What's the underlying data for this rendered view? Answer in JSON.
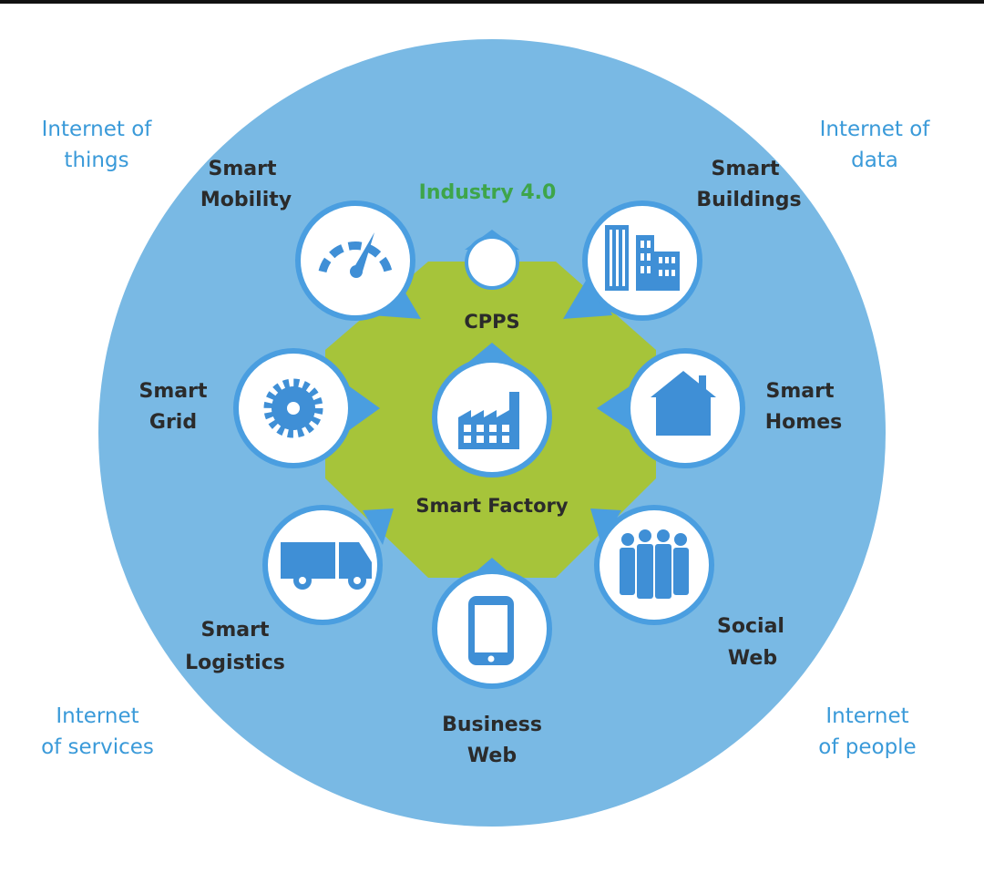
{
  "corners": {
    "top_left": [
      "Internet of",
      "things"
    ],
    "top_right": [
      "Internet of",
      "data"
    ],
    "bottom_left": [
      "Internet",
      "of services"
    ],
    "bottom_right": [
      "Internet",
      "of people"
    ]
  },
  "center": {
    "industry": "Industry 4.0",
    "cpps": "CPPS",
    "smart_factory": "Smart Factory"
  },
  "nodes": {
    "smart_mobility": [
      "Smart",
      "Mobility"
    ],
    "smart_buildings": [
      "Smart",
      "Buildings"
    ],
    "smart_grid": [
      "Smart",
      "Grid"
    ],
    "smart_homes": [
      "Smart",
      "Homes"
    ],
    "smart_logistics": [
      "Smart",
      "Logistics"
    ],
    "social_web": [
      "Social",
      "Web"
    ],
    "business_web": [
      "Business",
      "Web"
    ]
  },
  "colors": {
    "outer_circle": "#79b9e4",
    "inner_octagon": "#a6c43a",
    "icon_blue": "#3f8fd6",
    "ring_blue": "#4a9ee0",
    "label_dark": "#2b2b2b",
    "corner_text": "#3a9ad9",
    "industry_green": "#3ea54a"
  },
  "icons": {
    "smart_mobility": "gauge-icon",
    "smart_buildings": "buildings-icon",
    "smart_grid": "gear-icon",
    "smart_homes": "house-icon",
    "smart_logistics": "truck-icon",
    "social_web": "people-icon",
    "business_web": "phone-icon",
    "center": "factory-icon"
  }
}
